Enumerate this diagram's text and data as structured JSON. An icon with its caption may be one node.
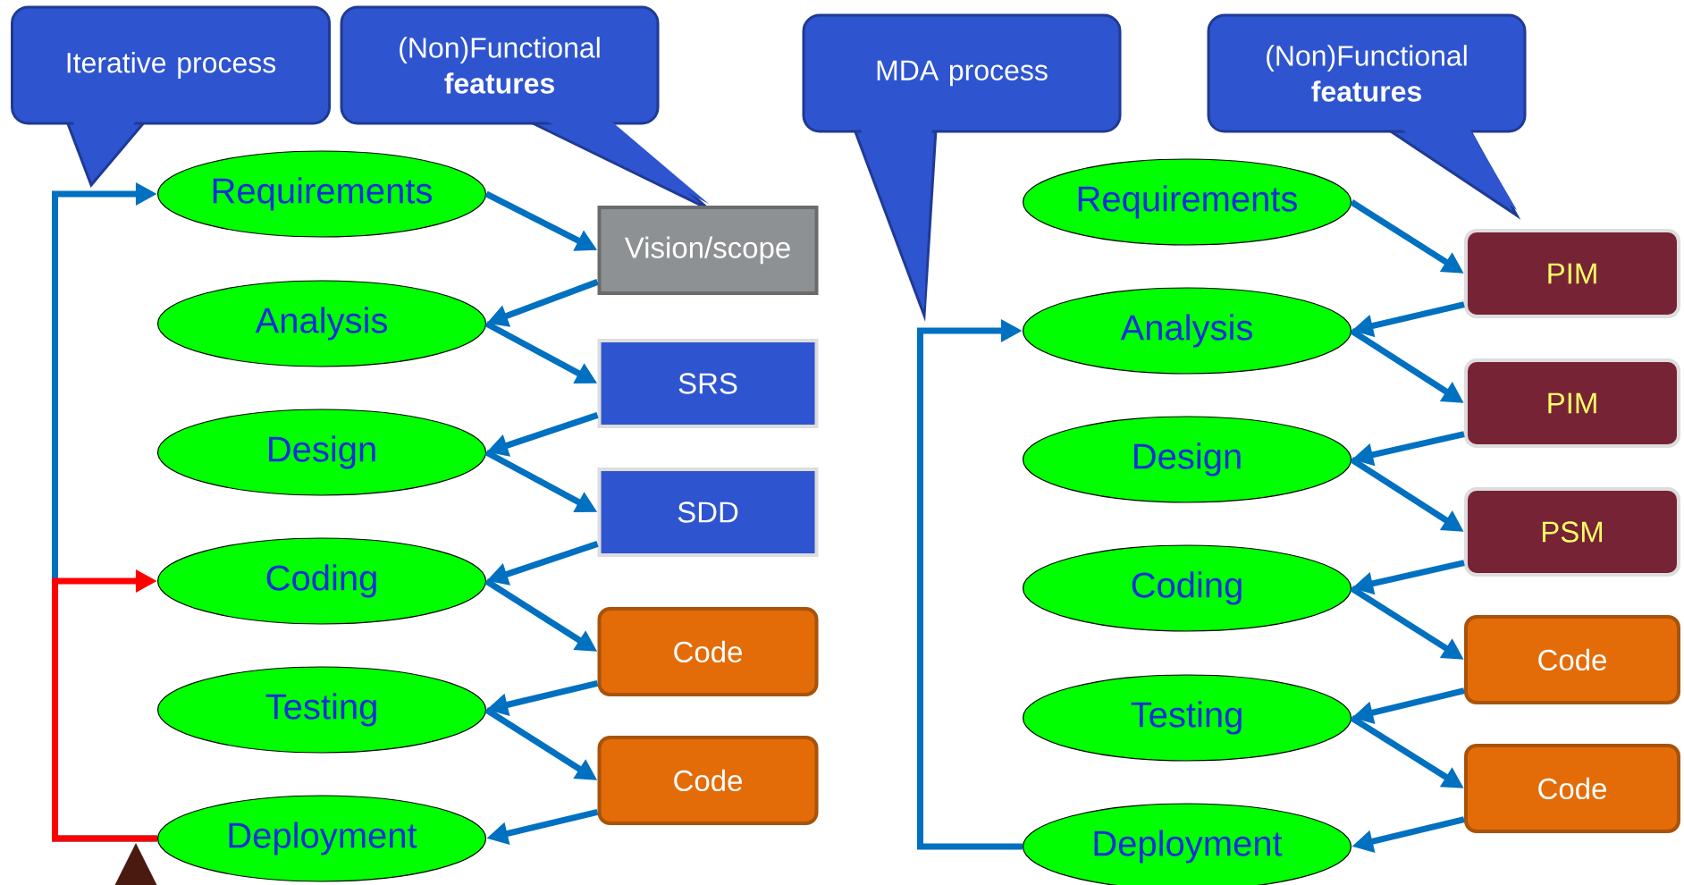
{
  "diagram": {
    "nodes": [
      {
        "text": [
          "Iterative process"
        ]
      },
      {
        "text": [
          "(Non)Functional **features**"
        ]
      },
      {
        "text": [
          "MDA process"
        ]
      },
      {
        "text": [
          "(Non)Functional **features**"
        ]
      },
      {
        "text": [
          "Requirements"
        ]
      },
      {
        "text": [
          "Analysis"
        ]
      },
      {
        "text": [
          "Design"
        ]
      },
      {
        "text": [
          "Coding"
        ]
      },
      {
        "text": [
          "Testing"
        ]
      },
      {
        "text": [
          "Deployment"
        ]
      },
      {
        "text": [
          "Vision/scope"
        ]
      },
      {
        "text": [
          "SRS"
        ]
      },
      {
        "text": [
          "SDD"
        ]
      },
      {
        "text": [
          "Code"
        ]
      },
      {
        "text": [
          "Code"
        ]
      },
      {
        "text": [
          "Requirements"
        ]
      },
      {
        "text": [
          "Analysis"
        ]
      },
      {
        "text": [
          "Design"
        ]
      },
      {
        "text": [
          "Coding"
        ]
      },
      {
        "text": [
          "Testing"
        ]
      },
      {
        "text": [
          "Deployment"
        ]
      },
      {
        "text": [
          "PIM"
        ]
      },
      {
        "text": [
          "PIM"
        ]
      },
      {
        "text": [
          "PSM"
        ]
      },
      {
        "text": [
          "Code"
        ]
      },
      {
        "text": [
          "Code"
        ]
      }
    ],
    "edges": [
      {
        "from": 4,
        "to": 10,
        "arrow": "to"
      },
      {
        "from": 10,
        "to": 5,
        "arrow": "to"
      },
      {
        "from": 5,
        "to": 11,
        "arrow": "to"
      },
      {
        "from": 11,
        "to": 6,
        "arrow": "to"
      },
      {
        "from": 6,
        "to": 12,
        "arrow": "to"
      },
      {
        "from": 12,
        "to": 7,
        "arrow": "to"
      },
      {
        "from": 7,
        "to": 13,
        "arrow": "to"
      },
      {
        "from": 13,
        "to": 8,
        "arrow": "to"
      },
      {
        "from": 8,
        "to": 14,
        "arrow": "to"
      },
      {
        "from": 14,
        "to": 9,
        "arrow": "to"
      },
      {
        "from": 9,
        "to": 4,
        "arrow": "to"
      },
      {
        "from": 9,
        "to": 7,
        "arrow": "to",
        "color": "#ff0000"
      },
      {
        "from": 15,
        "to": 21,
        "arrow": "to"
      },
      {
        "from": 21,
        "to": 16,
        "arrow": "to"
      },
      {
        "from": 16,
        "to": 22,
        "arrow": "to"
      },
      {
        "from": 22,
        "to": 17,
        "arrow": "to"
      },
      {
        "from": 17,
        "to": 23,
        "arrow": "to"
      },
      {
        "from": 23,
        "to": 18,
        "arrow": "to"
      },
      {
        "from": 18,
        "to": 24,
        "arrow": "to"
      },
      {
        "from": 24,
        "to": 19,
        "arrow": "to"
      },
      {
        "from": 19,
        "to": 25,
        "arrow": "to"
      },
      {
        "from": 25,
        "to": 20,
        "arrow": "to"
      },
      {
        "from": 20,
        "to": 16,
        "arrow": "to"
      }
    ]
  }
}
